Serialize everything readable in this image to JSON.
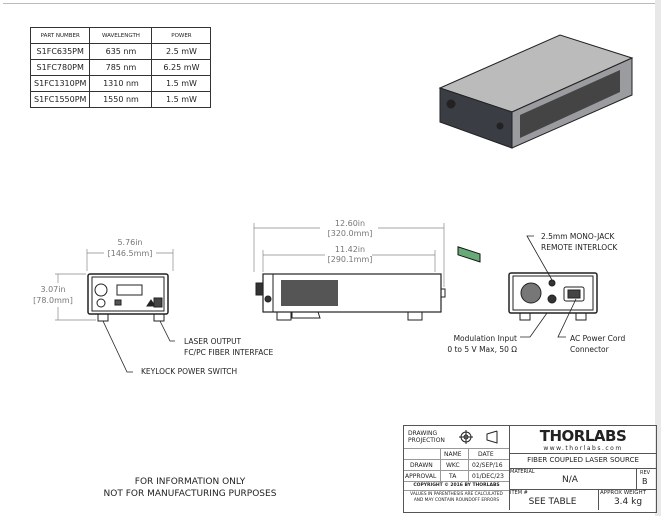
{
  "parts_table": {
    "headers": [
      "PART NUMBER",
      "WAVELENGTH",
      "POWER"
    ],
    "rows": [
      [
        "S1FC635PM",
        "635 nm",
        "2.5 mW"
      ],
      [
        "S1FC780PM",
        "785 nm",
        "6.25 mW"
      ],
      [
        "S1FC1310PM",
        "1310 nm",
        "1.5 mW"
      ],
      [
        "S1FC1550PM",
        "1550 nm",
        "1.5 mW"
      ]
    ]
  },
  "dimensions": {
    "width_in": "5.76in",
    "width_mm": "[146.5mm]",
    "height_in": "3.07in",
    "height_mm": "[78.0mm]",
    "length_in": "12.60in",
    "length_mm": "[320.0mm]",
    "body_in": "11.42in",
    "body_mm": "[290.1mm]"
  },
  "callouts": {
    "laser_output_1": "LASER OUTPUT",
    "laser_output_2": "FC/PC FIBER INTERFACE",
    "keylock": "KEYLOCK POWER SWITCH",
    "mono_jack_1": "2.5mm MONO-JACK",
    "mono_jack_2": "REMOTE INTERLOCK",
    "modulation_1": "Modulation Input",
    "modulation_2": "0 to 5 V Max, 50 Ω",
    "ac_1": "AC Power Cord",
    "ac_2": "Connector"
  },
  "note": {
    "line1": "FOR INFORMATION ONLY",
    "line2": "NOT FOR MANUFACTURING PURPOSES"
  },
  "title_block": {
    "projection": "DRAWING PROJECTION",
    "name_h": "NAME",
    "date_h": "DATE",
    "drawn": "DRAWN",
    "drawn_name": "WKC",
    "drawn_date": "02/SEP/16",
    "approval": "APPROVAL",
    "approval_name": "TA",
    "approval_date": "01/DEC/23",
    "copyright": "COPYRIGHT © 2016 BY THORLABS",
    "values_note": "VALUES IN PARENTHESIS ARE CALCULATED AND MAY CONTAIN ROUNDOFF ERRORS",
    "logo": "THORLABS",
    "url": "www.thorlabs.com",
    "title": "FIBER COUPLED LASER SOURCE",
    "material_h": "MATERIAL",
    "material": "N/A",
    "rev_h": "REV",
    "rev": "B",
    "item_h": "ITEM #",
    "item": "SEE TABLE",
    "weight_h": "APPROX WEIGHT",
    "weight": "3.4 kg"
  }
}
